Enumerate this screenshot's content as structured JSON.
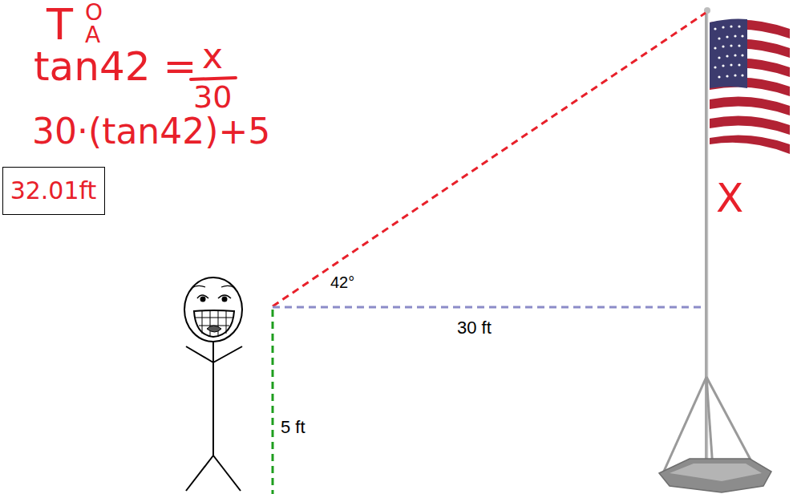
{
  "diagram": {
    "nodes": [
      {
        "text": [
          "32.01ft"
        ]
      }
    ],
    "labels": [
      "T",
      "O",
      "A",
      "tan42 =",
      "x",
      "30",
      "30·(tan42)+5",
      "42°",
      "30 ft",
      "5 ft",
      "X"
    ]
  }
}
